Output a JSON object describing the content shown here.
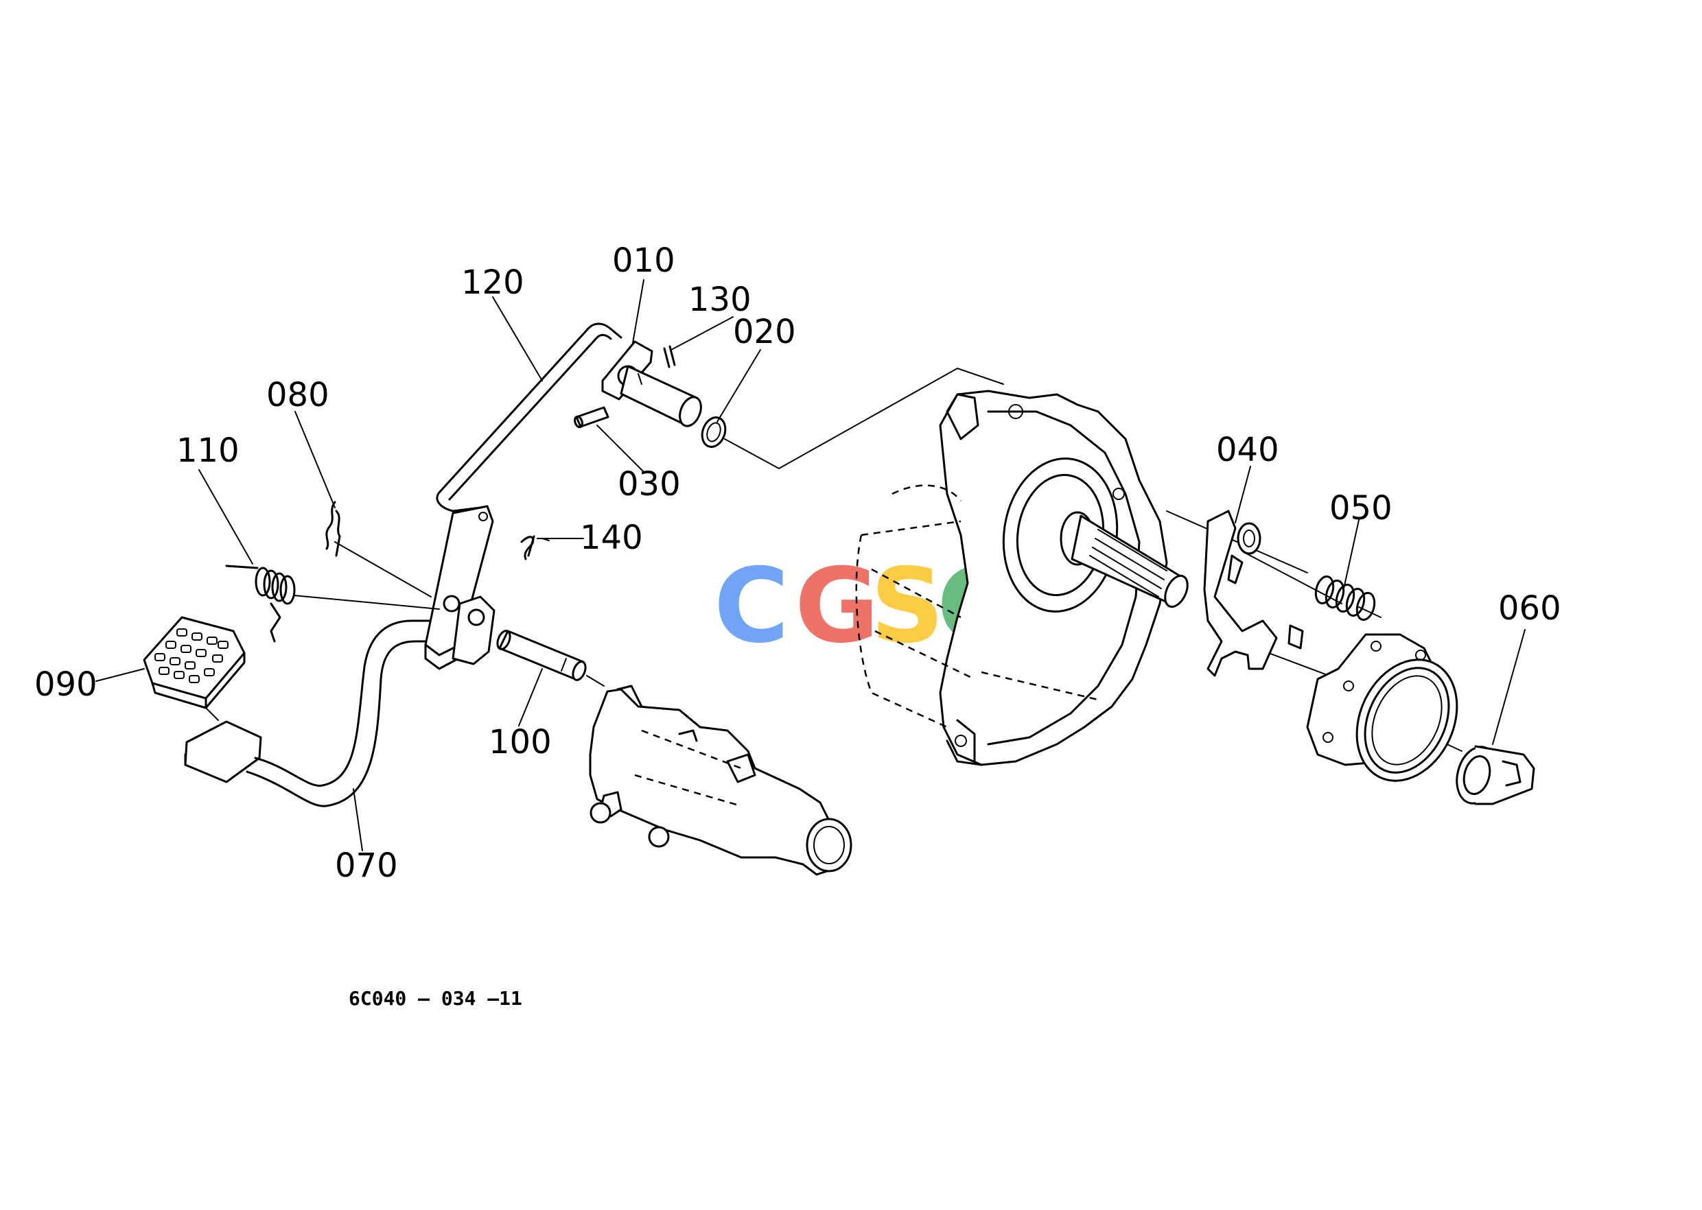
{
  "diagram": {
    "drawing_code": "6C040 — 034 —11",
    "watermark": {
      "letters": [
        "C",
        "G",
        "S",
        "C"
      ],
      "colors": [
        "#4285f4",
        "#ea4335",
        "#fbbc05",
        "#34a853"
      ]
    },
    "callouts": {
      "c010": "010",
      "c020": "020",
      "c030": "030",
      "c040": "040",
      "c050": "050",
      "c060": "060",
      "c070": "070",
      "c080": "080",
      "c090": "090",
      "c100": "100",
      "c110": "110",
      "c120": "120",
      "c130": "130",
      "c140": "140"
    }
  }
}
